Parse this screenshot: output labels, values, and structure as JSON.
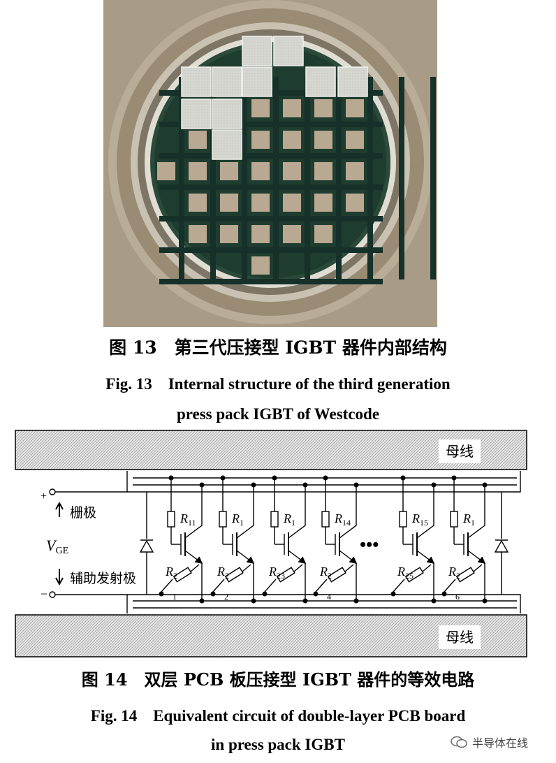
{
  "figure13": {
    "caption_cn": "图 13　第三代压接型 IGBT 器件内部结构",
    "caption_en_line1": "Fig. 13　Internal structure of the third generation",
    "caption_en_line2": "press pack IGBT of Westcode"
  },
  "figure14": {
    "busbar_label": "母线",
    "gate_label": "栅极",
    "emitter_label": "辅助发射极",
    "vge_label": "V",
    "vge_sub": "GE",
    "plus_sign": "+",
    "minus_sign": "−",
    "ellipsis": "•••",
    "gate_resistors": [
      "R",
      "R",
      "R",
      "R",
      "R",
      "R"
    ],
    "gate_resistor_subs": [
      "11",
      "1",
      "1",
      "14",
      "15",
      "1"
    ],
    "emitter_resistors": [
      "R",
      "R",
      "R",
      "R",
      "R",
      "R"
    ],
    "emitter_resistor_subs": [
      "2",
      "2",
      "23",
      "2",
      "25",
      "2"
    ],
    "node_numbers": [
      "1",
      "2",
      "4",
      "6"
    ],
    "caption_cn": "图 14　双层 PCB 板压接型 IGBT 器件的等效电路",
    "caption_en_line1": "Fig. 14　Equivalent circuit of double-layer PCB board",
    "caption_en_line2": "in press pack IGBT"
  },
  "watermark": {
    "text": "半导体在线",
    "icon": "wechat-icon"
  }
}
